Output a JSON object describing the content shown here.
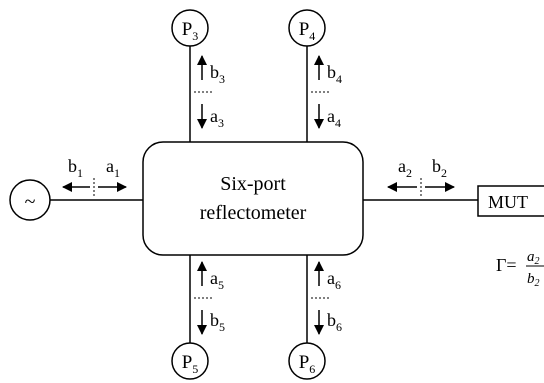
{
  "box": {
    "line1": "Six-port",
    "line2": "reflectometer"
  },
  "source": {
    "symbol": "~"
  },
  "ports": {
    "p3": {
      "main": "P",
      "sub": "3"
    },
    "p4": {
      "main": "P",
      "sub": "4"
    },
    "p5": {
      "main": "P",
      "sub": "5"
    },
    "p6": {
      "main": "P",
      "sub": "6"
    }
  },
  "waves": {
    "b1": {
      "main": "b",
      "sub": "1"
    },
    "a1": {
      "main": "a",
      "sub": "1"
    },
    "a2": {
      "main": "a",
      "sub": "2"
    },
    "b2": {
      "main": "b",
      "sub": "2"
    },
    "b3": {
      "main": "b",
      "sub": "3"
    },
    "a3": {
      "main": "a",
      "sub": "3"
    },
    "b4": {
      "main": "b",
      "sub": "4"
    },
    "a4": {
      "main": "a",
      "sub": "4"
    },
    "a5": {
      "main": "a",
      "sub": "5"
    },
    "b5": {
      "main": "b",
      "sub": "5"
    },
    "a6": {
      "main": "a",
      "sub": "6"
    },
    "b6": {
      "main": "b",
      "sub": "6"
    }
  },
  "mut": {
    "label": "MUT"
  },
  "formula": {
    "lhs": "Γ=",
    "num_main": "a",
    "num_sub": "2",
    "den_main": "b",
    "den_sub": "2"
  }
}
